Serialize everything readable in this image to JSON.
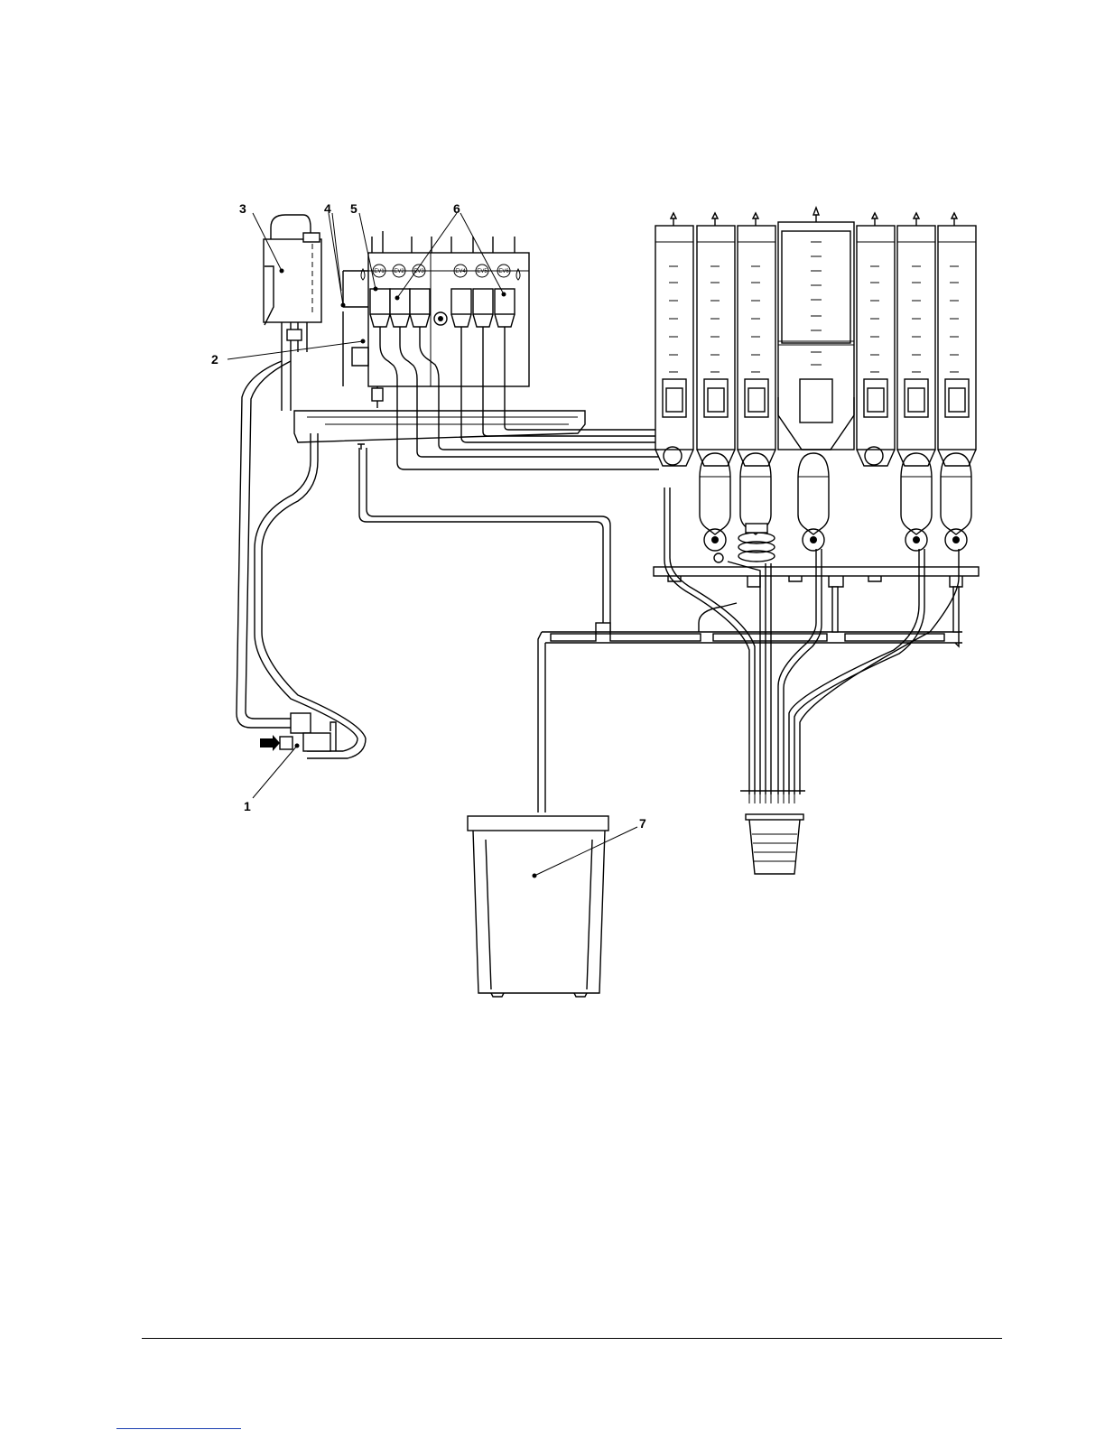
{
  "callouts": {
    "c1": "1",
    "c2": "2",
    "c3": "3",
    "c4": "4",
    "c5": "5",
    "c6": "6",
    "c7": "7"
  },
  "valves": [
    "EV1",
    "EV2",
    "EV3",
    "EV4",
    "EV5",
    "EV6"
  ],
  "colors": {
    "line": "#000000",
    "background": "#ffffff",
    "footer_link": "#1a3fb0"
  }
}
